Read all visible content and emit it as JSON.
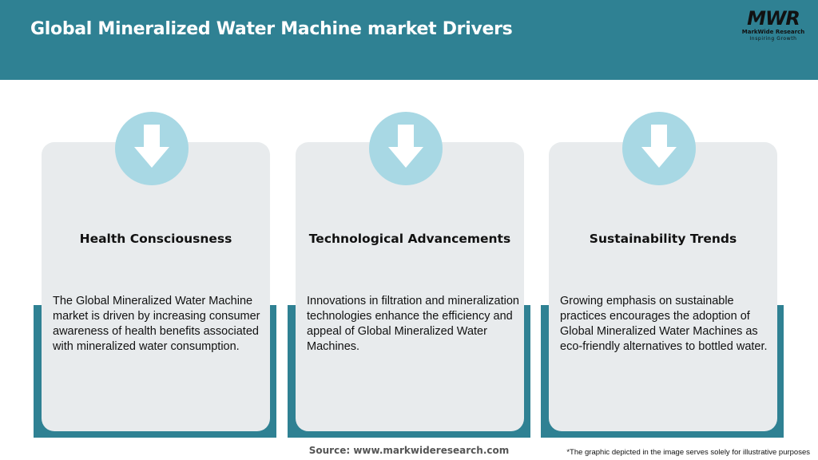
{
  "header": {
    "title": "Global Mineralized Water Machine market Drivers",
    "logo": {
      "mark": "MWR",
      "name": "MarkWide Research",
      "tagline": "Inspiring Growth"
    }
  },
  "colors": {
    "header_bg": "#2f8193",
    "accent": "#2f8193",
    "card_bg": "#e8ebed",
    "icon_circle": "#a8d8e4"
  },
  "cards": [
    {
      "icon": "arrow-down-icon",
      "title": "Health Consciousness",
      "body": "The Global Mineralized Water Machine market is driven by increasing consumer awareness of health benefits associated with mineralized water consumption."
    },
    {
      "icon": "arrow-down-icon",
      "title": "Technological Advancements",
      "body": "Innovations in filtration and mineralization technologies enhance the efficiency and appeal of Global Mineralized Water Machines."
    },
    {
      "icon": "arrow-down-icon",
      "title": "Sustainability Trends",
      "body": "Growing emphasis on sustainable practices encourages the adoption of Global Mineralized Water Machines as eco-friendly alternatives to bottled water."
    }
  ],
  "footer": {
    "source": "Source: www.markwideresearch.com",
    "disclaimer": "*The graphic depicted in the image serves solely for illustrative purposes"
  }
}
